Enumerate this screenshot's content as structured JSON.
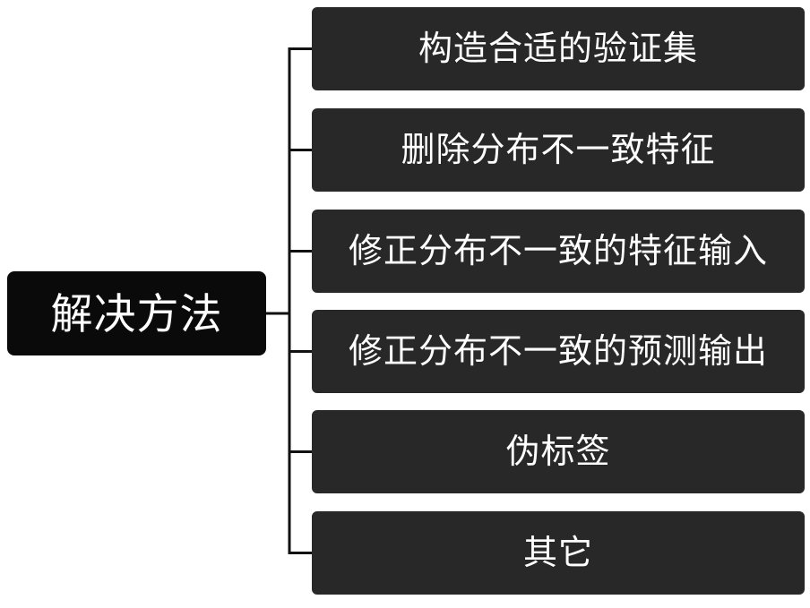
{
  "diagram": {
    "type": "mindmap-tree",
    "root": {
      "label": "解决方法"
    },
    "children": [
      {
        "label": "构造合适的验证集"
      },
      {
        "label": "删除分布不一致特征"
      },
      {
        "label": "修正分布不一致的特征输入"
      },
      {
        "label": "修正分布不一致的预测输出"
      },
      {
        "label": "伪标签"
      },
      {
        "label": "其它"
      }
    ],
    "colors": {
      "background": "#ffffff",
      "root_fill": "#0a0a0a",
      "child_fill": "#282828",
      "text": "#ffffff",
      "connector": "#111111"
    }
  }
}
